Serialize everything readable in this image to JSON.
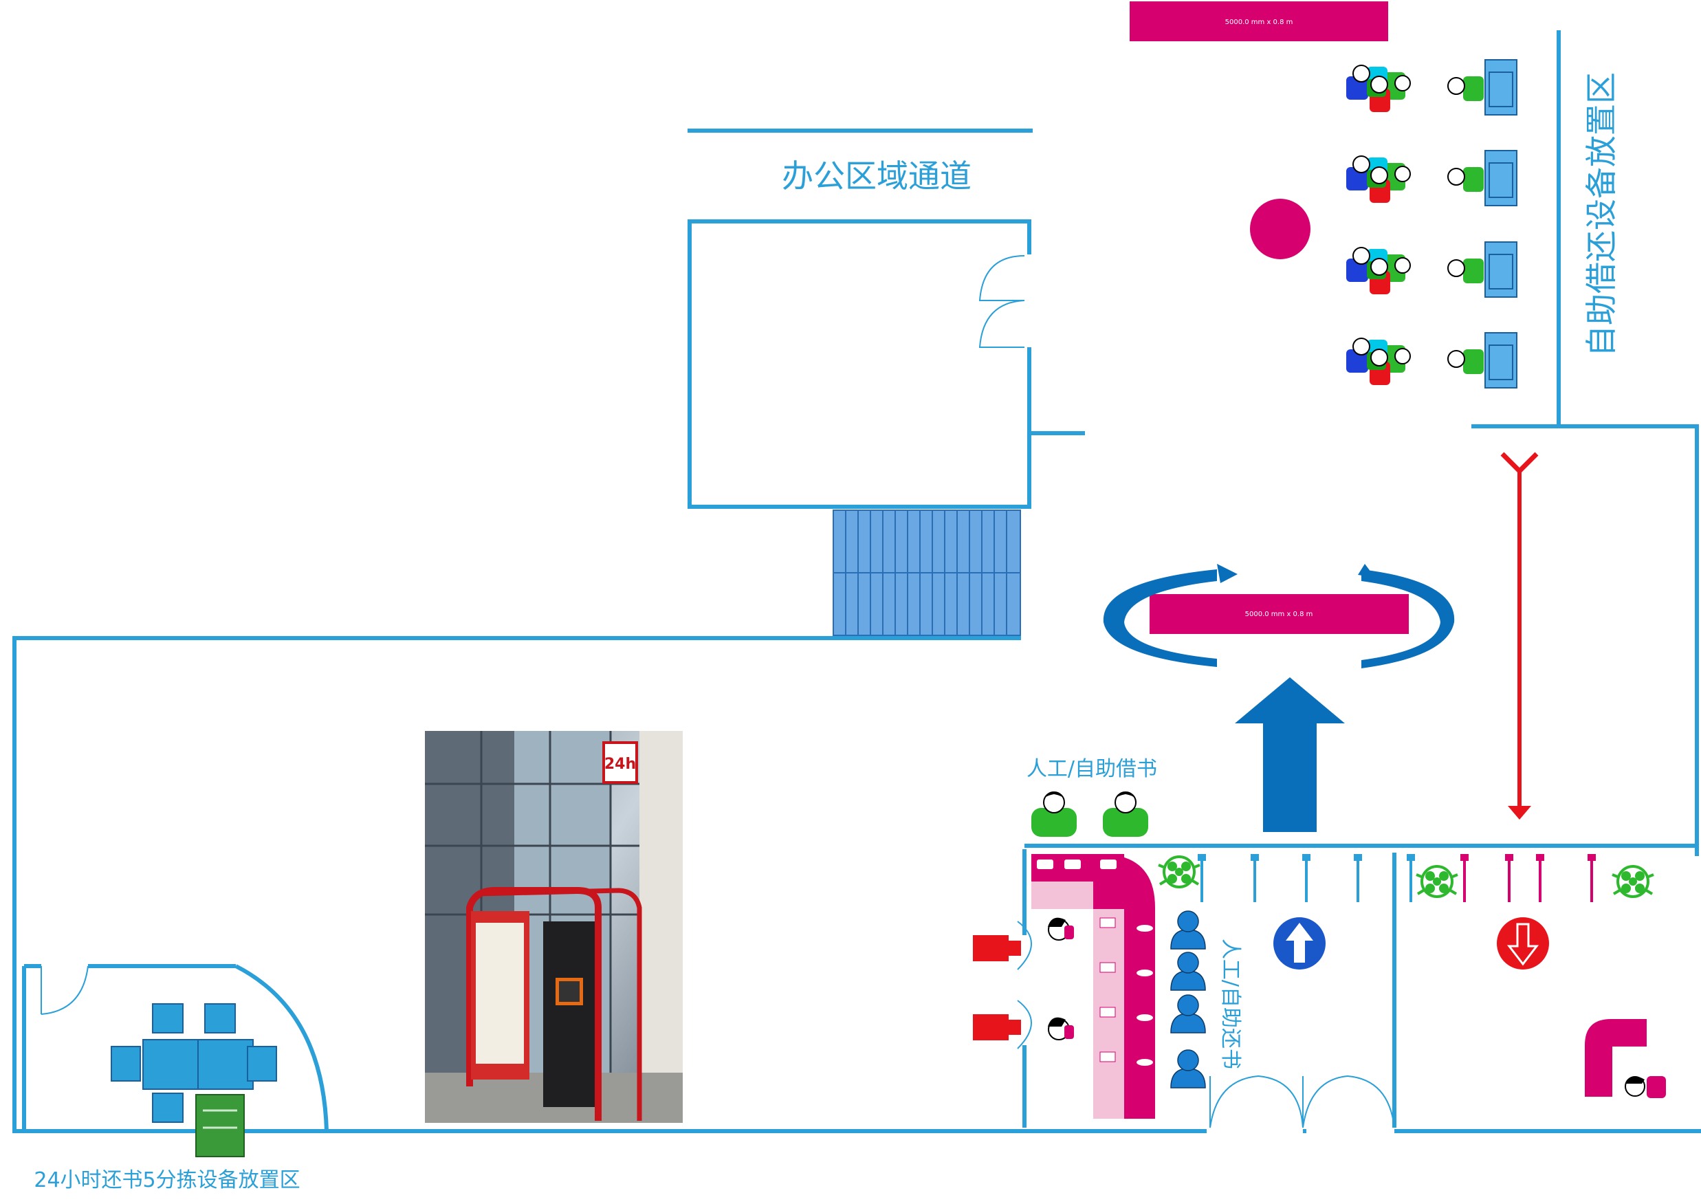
{
  "labels": {
    "office_corridor": "办公区域通道",
    "self_service_zone": "自助借还设备放置区",
    "manual_borrow": "人工/自助借书",
    "manual_return": "人工/自助还书",
    "return_sort_zone": "24小时还书5分拣设备放置区"
  },
  "dimensions": {
    "top_bar": "5000.0 mm x 0.8 m",
    "center_bar": "5000.0 mm x 0.8 m"
  },
  "photo": {
    "sign_text": "24h"
  },
  "colors": {
    "wall": "#2a9fd8",
    "magenta": "#d6006f",
    "red": "#e8141b",
    "blue_arrow": "#0a6fba",
    "green": "#2eb82e",
    "furniture": "#2a9fd8"
  }
}
